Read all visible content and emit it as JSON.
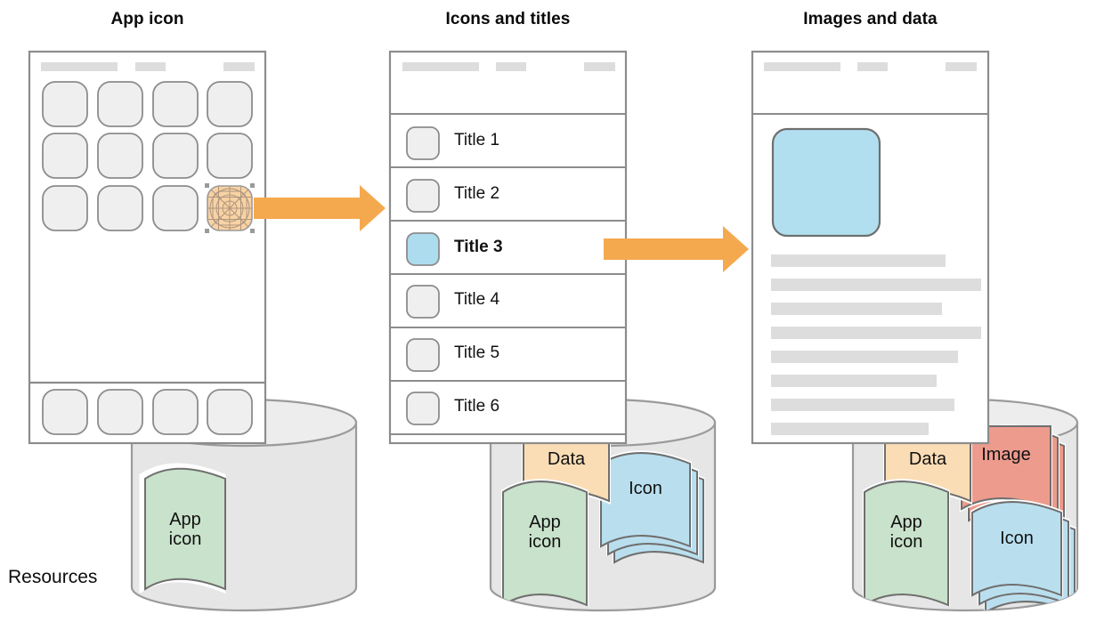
{
  "diagram": {
    "type": "flow-diagram",
    "background": "#ffffff",
    "accent_arrow_color": "#F5A94E",
    "panel_border_color": "#808080",
    "placeholder_gray": "#DDDDDD",
    "icon_fill_gray": "#EFEFEF",
    "resource_colors": {
      "app_icon": "#C9E2CB",
      "data": "#FBDDB5",
      "icon": "#B9DFEF",
      "image": "#ED9B8D",
      "cylinder": "#E6E6E6"
    },
    "highlight_colors": {
      "selected_app_icon": "#F9D2A4",
      "selected_list_icon": "#ADDCEE",
      "hero_image": "#B2DFEF"
    }
  },
  "columns": [
    {
      "title": "App icon"
    },
    {
      "title": "Icons and titles"
    },
    {
      "title": "Images and data"
    }
  ],
  "resources_label": "Resources",
  "stage1": {
    "screen_kind": "home-screen",
    "status_bars": 3,
    "grid_rows": 3,
    "grid_cols": 4,
    "dock_items": 4,
    "selected_cell": {
      "row": 3,
      "col": 4,
      "overlay": "icon-grid-guides"
    }
  },
  "stage2": {
    "screen_kind": "list-screen",
    "rows": [
      {
        "label": "Title 1",
        "selected": false
      },
      {
        "label": "Title 2",
        "selected": false
      },
      {
        "label": "Title 3",
        "selected": true
      },
      {
        "label": "Title 4",
        "selected": false
      },
      {
        "label": "Title 5",
        "selected": false
      },
      {
        "label": "Title 6",
        "selected": false
      }
    ]
  },
  "stage3": {
    "screen_kind": "detail-screen",
    "hero_image": "image-placeholder",
    "text_line_widths": [
      196,
      236,
      192,
      236,
      210,
      186,
      206,
      177
    ]
  },
  "arrows": [
    {
      "from": "app-icon-screen",
      "to": "list-screen"
    },
    {
      "from": "list-screen",
      "to": "detail-screen"
    }
  ],
  "cylinders": [
    {
      "name": "resources-1",
      "documents": [
        {
          "label": "App icon",
          "color": "#C9E2CB",
          "stack": 1
        }
      ]
    },
    {
      "name": "resources-2",
      "documents": [
        {
          "label": "Data",
          "color": "#FBDDB5",
          "stack": 1
        },
        {
          "label": "App icon",
          "color": "#C9E2CB",
          "stack": 1
        },
        {
          "label": "Icon",
          "color": "#B9DFEF",
          "stack": 3
        }
      ]
    },
    {
      "name": "resources-3",
      "documents": [
        {
          "label": "Data",
          "color": "#FBDDB5",
          "stack": 1
        },
        {
          "label": "App icon",
          "color": "#C9E2CB",
          "stack": 1
        },
        {
          "label": "Image",
          "color": "#ED9B8D",
          "stack": 3
        },
        {
          "label": "Icon",
          "color": "#B9DFEF",
          "stack": 3
        }
      ]
    }
  ]
}
